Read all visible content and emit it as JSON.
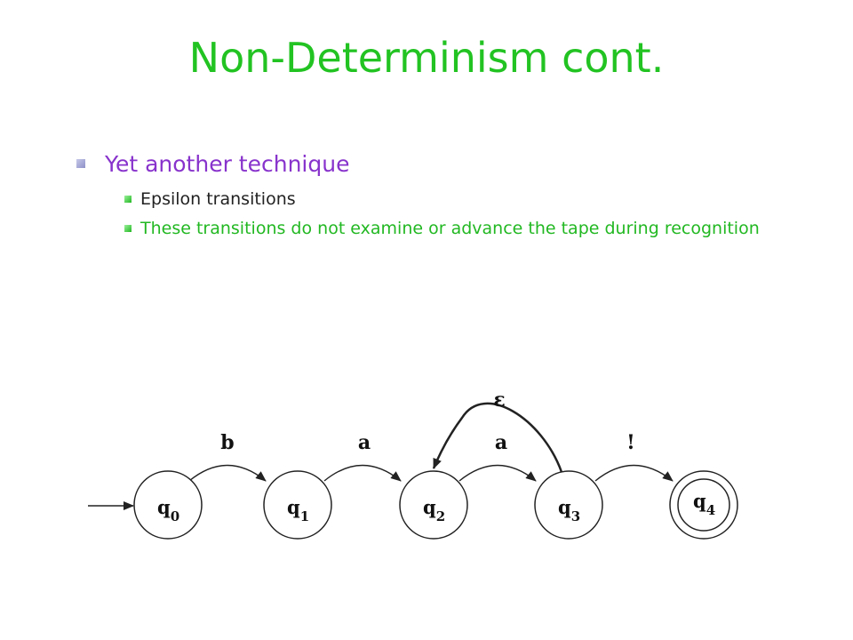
{
  "title": "Non-Determinism cont.",
  "bullets": {
    "main": "Yet another technique",
    "sub": [
      "Epsilon transitions",
      "These transitions do not examine or advance the tape during recognition"
    ]
  },
  "colors": {
    "title": "#22c322",
    "main_bullet_text": "#8833cc",
    "sub_bullet_1_text": "#222222",
    "sub_bullet_2_text": "#22b822"
  },
  "diagram": {
    "states": [
      {
        "name": "q",
        "sub": "0"
      },
      {
        "name": "q",
        "sub": "1"
      },
      {
        "name": "q",
        "sub": "2"
      },
      {
        "name": "q",
        "sub": "3"
      },
      {
        "name": "q",
        "sub": "4"
      }
    ],
    "transitions": [
      {
        "from": "q0",
        "to": "q1",
        "label": "b"
      },
      {
        "from": "q1",
        "to": "q2",
        "label": "a"
      },
      {
        "from": "q2",
        "to": "q3",
        "label": "a"
      },
      {
        "from": "q3",
        "to": "q4",
        "label": "!"
      },
      {
        "from": "q3",
        "to": "q2",
        "label": "ε"
      }
    ],
    "start_state": "q0",
    "accept_state": "q4"
  }
}
